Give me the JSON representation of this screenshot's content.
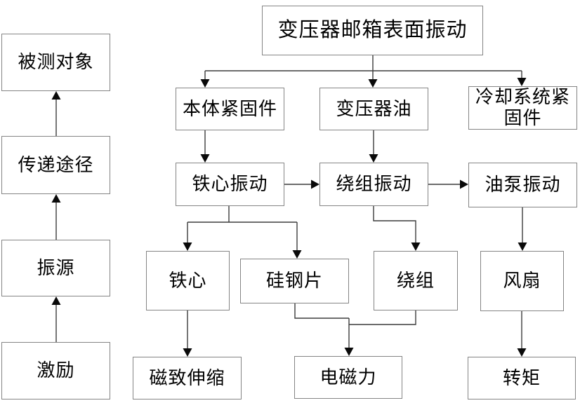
{
  "diagram": {
    "type": "flowchart",
    "colors": {
      "background": "#ffffff",
      "box_border": "#848484",
      "connector": "#3c3c3c",
      "arrowhead": "#0a0a0a",
      "text": "#000000"
    },
    "nodes": {
      "measured_object": {
        "label": "被测对象"
      },
      "transmission_path": {
        "label": "传递途径"
      },
      "vibration_source": {
        "label": "振源"
      },
      "excitation": {
        "label": "激励"
      },
      "tank_surface_vibration": {
        "label": "变压器邮箱表面振动"
      },
      "body_fasteners": {
        "label": "本体紧固件"
      },
      "transformer_oil": {
        "label": "变压器油"
      },
      "cooling_fasteners": {
        "label": "冷却系统紧固件"
      },
      "core_vibration": {
        "label": "铁心振动"
      },
      "winding_vibration": {
        "label": "绕组振动"
      },
      "pump_vibration": {
        "label": "油泵振动"
      },
      "core": {
        "label": "铁心"
      },
      "silicon_steel": {
        "label": "硅钢片"
      },
      "winding": {
        "label": "绕组"
      },
      "fan": {
        "label": "风扇"
      },
      "magnetostriction": {
        "label": "磁致伸缩"
      },
      "electromagnetic_force": {
        "label": "电磁力"
      },
      "torque": {
        "label": "转矩"
      }
    },
    "edges": [
      {
        "from": "excitation",
        "to": "vibration_source"
      },
      {
        "from": "vibration_source",
        "to": "transmission_path"
      },
      {
        "from": "transmission_path",
        "to": "measured_object"
      },
      {
        "from": "tank_surface_vibration",
        "to": "body_fasteners"
      },
      {
        "from": "tank_surface_vibration",
        "to": "transformer_oil"
      },
      {
        "from": "tank_surface_vibration",
        "to": "cooling_fasteners"
      },
      {
        "from": "body_fasteners",
        "to": "core_vibration"
      },
      {
        "from": "transformer_oil",
        "to": "winding_vibration"
      },
      {
        "from": "core_vibration",
        "to": "winding_vibration"
      },
      {
        "from": "winding_vibration",
        "to": "pump_vibration"
      },
      {
        "from": "core_vibration",
        "to": "core"
      },
      {
        "from": "core_vibration",
        "to": "silicon_steel"
      },
      {
        "from": "winding_vibration",
        "to": "winding"
      },
      {
        "from": "pump_vibration",
        "to": "fan"
      },
      {
        "from": "core",
        "to": "magnetostriction"
      },
      {
        "from": "silicon_steel",
        "to": "electromagnetic_force"
      },
      {
        "from": "winding",
        "to": "electromagnetic_force"
      },
      {
        "from": "fan",
        "to": "torque"
      }
    ]
  }
}
